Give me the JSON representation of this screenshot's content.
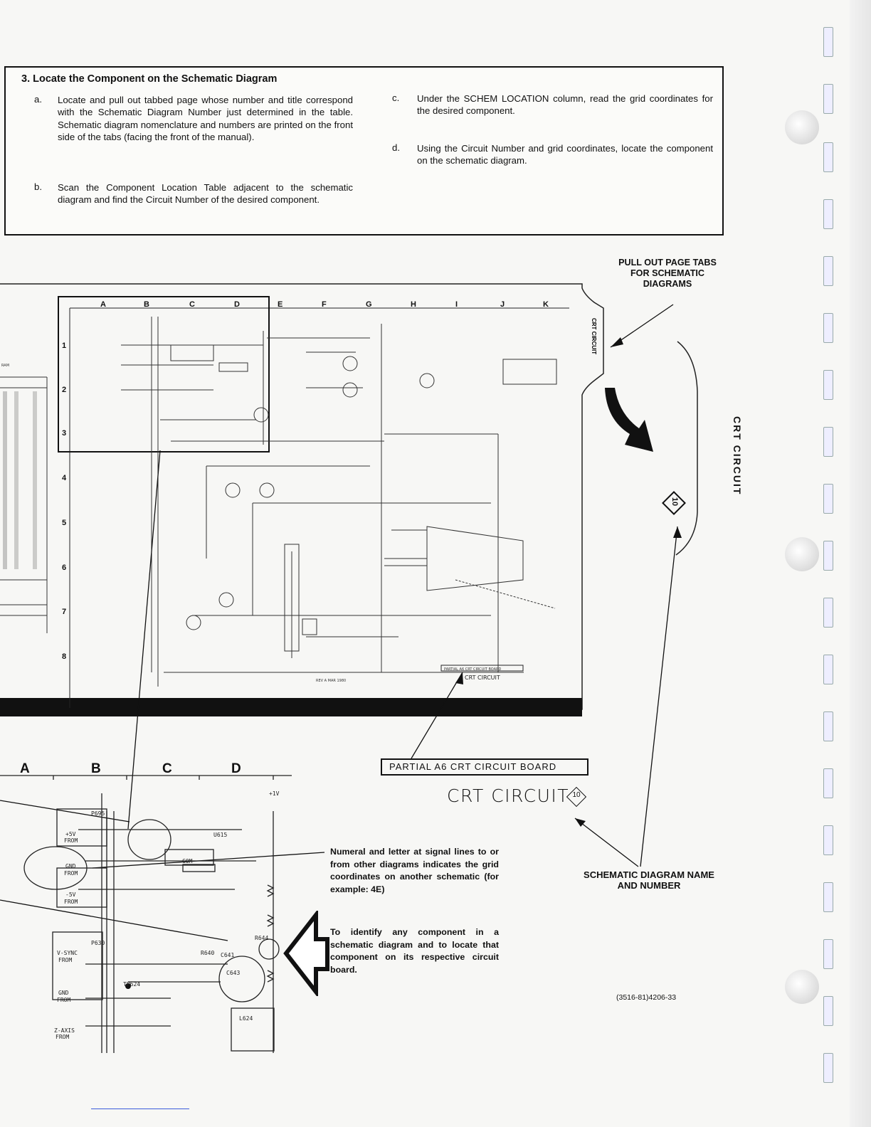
{
  "instructions": {
    "title": "3.  Locate the Component on the Schematic Diagram",
    "steps": [
      {
        "letter": "a.",
        "text": "Locate and pull out tabbed page whose number and title correspond with the Schematic Diagram Number just determined in the table. Schematic diagram nomenclature and numbers are printed on the front side of the tabs (facing the front of the manual)."
      },
      {
        "letter": "b.",
        "text": "Scan the Component Location Table adjacent to the schematic diagram and find the Circuit Number of the desired component."
      },
      {
        "letter": "c.",
        "text": "Under the SCHEM LOCATION column, read the grid coordinates for the desired component."
      },
      {
        "letter": "d.",
        "text": "Using the Circuit Number and grid coordinates, locate the component on the schematic diagram."
      }
    ]
  },
  "callouts": {
    "pull_out_tabs": "PULL OUT PAGE TABS FOR SCHEMATIC DIAGRAMS",
    "schematic_name": "SCHEMATIC DIAGRAM NAME AND NUMBER",
    "numeral_note": "Numeral and letter at signal lines to or from other diagrams indicates the grid coordinates on another schematic (for example: 4E)",
    "identify_note": "To identify any component in a schematic diagram and to locate that component on its respective circuit board."
  },
  "schematic": {
    "columns": [
      "A",
      "B",
      "C",
      "D",
      "E",
      "F",
      "G",
      "H",
      "I",
      "J",
      "K"
    ],
    "rows": [
      "1",
      "2",
      "3",
      "4",
      "5",
      "6",
      "7",
      "8"
    ],
    "tab_label": "CRT CIRCUIT",
    "tab_number": "10",
    "board_label_small": "PARTIAL A6 CRT CIRCUIT BOARD",
    "name_small": "CRT CIRCUIT",
    "rev": "REV A MAR 1980",
    "left_table_title": "RAM"
  },
  "enlarged": {
    "columns": [
      "A",
      "B",
      "C",
      "D"
    ],
    "board_label": "PARTIAL A6 CRT CIRCUIT BOARD",
    "name": "CRT CIRCUIT",
    "number": "10"
  },
  "page_tab_label": "CRT CIRCUIT",
  "page_tab_number": "10",
  "figure_number": "(3516-81)4206-33"
}
